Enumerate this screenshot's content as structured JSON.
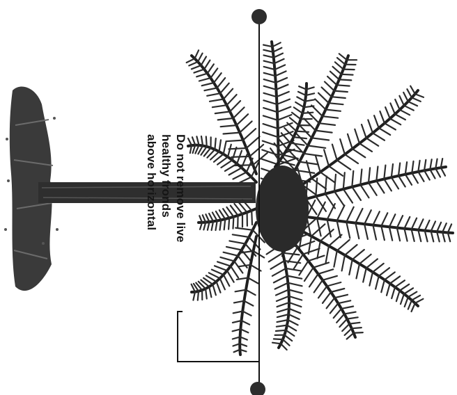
{
  "annotation": {
    "lines": [
      "Do not remove live",
      "healthy fronds",
      "above horizontal"
    ]
  },
  "illustration": {
    "subject": "palm-tree",
    "orientation": "rotated-90-clockwise",
    "ink_color": "#2b2b2b"
  }
}
